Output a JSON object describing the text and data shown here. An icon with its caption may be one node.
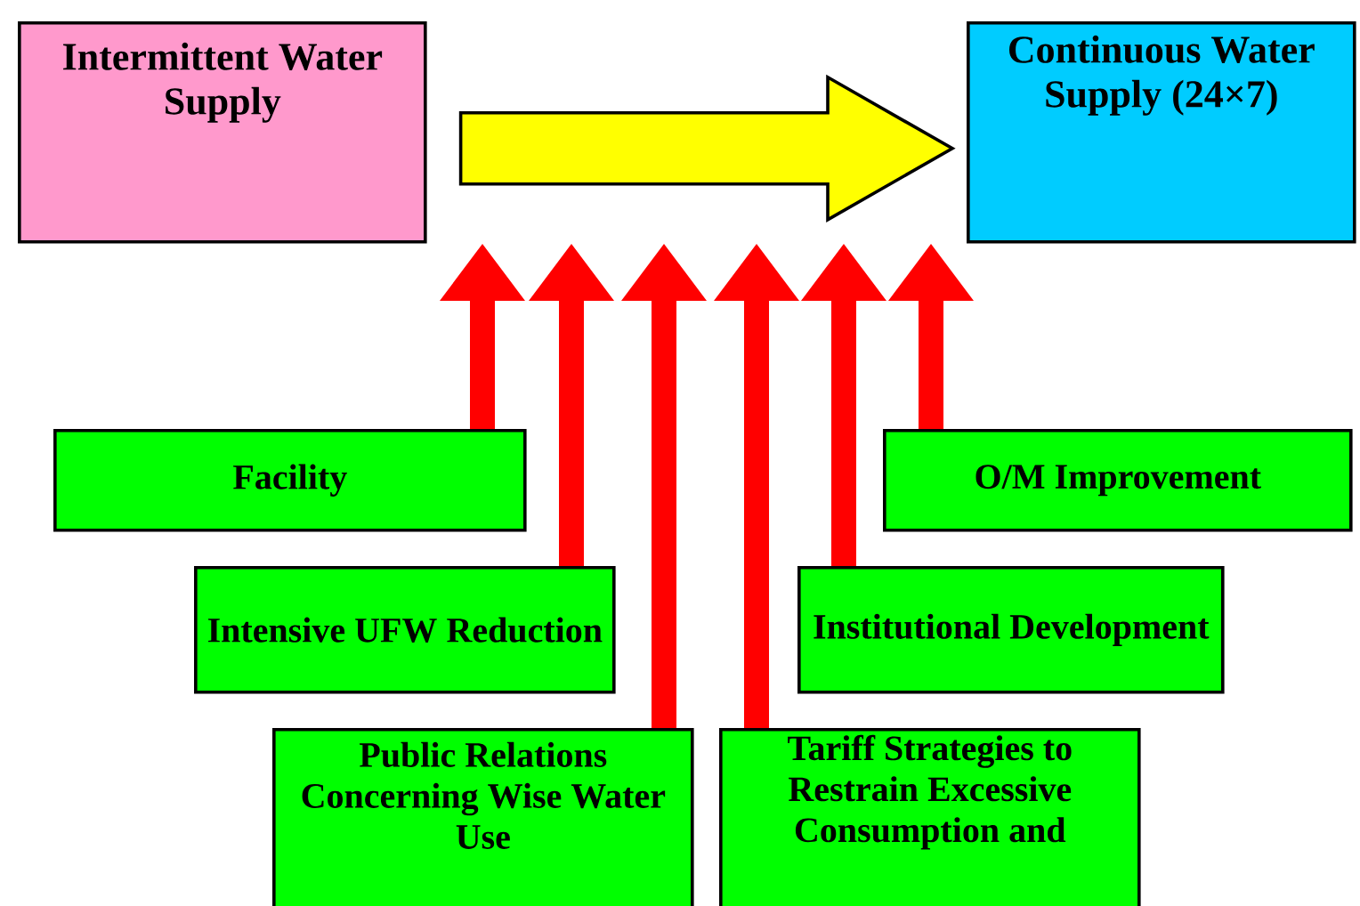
{
  "diagram": {
    "nodes": [
      {
        "text": [
          "Intermittent Water Supply"
        ]
      },
      {
        "text": [
          "Continuous Water Supply (24×7)"
        ]
      },
      {
        "text": [
          "Facility"
        ]
      },
      {
        "text": [
          "Intensive UFW Reduction"
        ]
      },
      {
        "text": [
          "Public Relations Concerning Wise Water Use"
        ]
      },
      {
        "text": [
          "Tariff Strategies to Restrain Excessive Consumption and"
        ]
      },
      {
        "text": [
          "Institutional Development"
        ]
      },
      {
        "text": [
          "O/M Improvement"
        ]
      }
    ],
    "edges": [
      {
        "from": 0,
        "to": 1,
        "arrow": "to",
        "color": "#ffff00"
      },
      {
        "from": 2,
        "to": null,
        "arrow": "to"
      },
      {
        "from": 3,
        "to": null,
        "arrow": "to"
      },
      {
        "from": 4,
        "to": null,
        "arrow": "to"
      },
      {
        "from": 5,
        "to": null,
        "arrow": "to"
      },
      {
        "from": 6,
        "to": null,
        "arrow": "to"
      },
      {
        "from": 7,
        "to": null,
        "arrow": "to"
      }
    ]
  }
}
